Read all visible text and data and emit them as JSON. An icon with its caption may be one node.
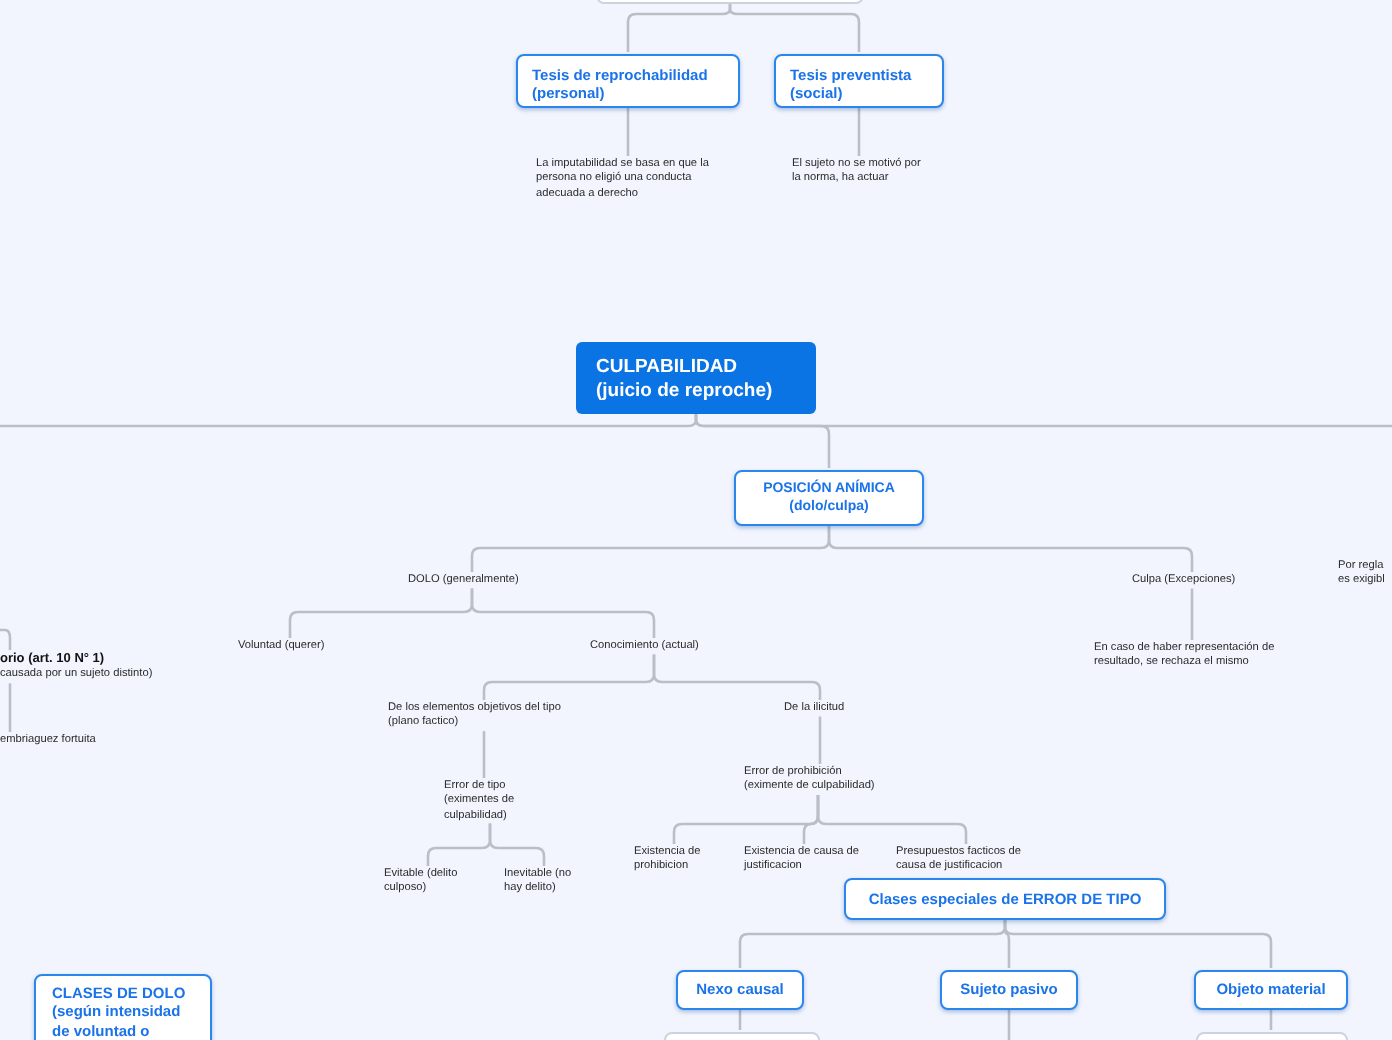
{
  "diagram": {
    "nodes": [
      {
        "text": [],
        "shape": "box"
      },
      {
        "text": [
          "Tesis de reprochabilidad (personal)"
        ]
      },
      {
        "text": [
          "Tesis preventista (social)"
        ]
      },
      {
        "text": [
          "La imputabilidad se basa en que la persona no eligió una conducta adecuada a derecho"
        ]
      },
      {
        "text": [
          "El sujeto no se motivó por la norma, ha actuar"
        ]
      },
      {
        "text": [
          "CULPABILIDAD (juicio de reproche)"
        ]
      },
      {
        "text": [
          "POSICIÓN ANÍMICA (dolo/culpa)"
        ]
      },
      {
        "text": [
          "DOLO (generalmente)"
        ]
      },
      {
        "text": [
          "Culpa (Excepciones)"
        ]
      },
      {
        "text": [
          "Voluntad (querer)"
        ]
      },
      {
        "text": [
          "Conocimiento (actual)"
        ]
      },
      {
        "text": [
          "En caso de haber representación de resultado, se rechaza el mismo"
        ]
      },
      {
        "text": [
          "De los elementos objetivos del tipo (plano factico)"
        ]
      },
      {
        "text": [
          "De la ilicitud"
        ]
      },
      {
        "text": [
          "Error de tipo (eximentes de culpabilidad)"
        ]
      },
      {
        "text": [
          "Error de prohibición (eximente de culpabilidad)"
        ]
      },
      {
        "text": [
          "Evitable (delito culposo)"
        ]
      },
      {
        "text": [
          "Inevitable (no hay delito)"
        ]
      },
      {
        "text": [
          "Existencia de prohibicion"
        ]
      },
      {
        "text": [
          "Existencia de causa de justificacion"
        ]
      },
      {
        "text": [
          "Presupuestos facticos de causa de justificacion"
        ]
      },
      {
        "text": [
          "Clases especiales de ERROR DE TIPO"
        ]
      },
      {
        "text": [
          "Nexo causal"
        ]
      },
      {
        "text": [
          "Sujeto pasivo"
        ]
      },
      {
        "text": [
          "Objeto material"
        ]
      },
      {
        "text": [],
        "shape": "box"
      },
      {
        "text": [],
        "shape": "box"
      },
      {
        "text": [
          "CLASES DE DOLO (según intensidad de voluntad o"
        ]
      },
      {
        "text": [
          "orio (art. 10 N° 1)",
          "causada por un sujeto distinto)"
        ]
      },
      {
        "text": [
          "embriaguez fortuita"
        ]
      }
    ],
    "edges": [
      {
        "from": 0,
        "to": 1,
        "arrow": "none"
      },
      {
        "from": 0,
        "to": 2,
        "arrow": "none"
      },
      {
        "from": 1,
        "to": 3,
        "arrow": "none"
      },
      {
        "from": 2,
        "to": 4,
        "arrow": "none"
      },
      {
        "from": 5,
        "to": null,
        "arrow": "none"
      },
      {
        "from": 5,
        "to": null,
        "arrow": "none"
      },
      {
        "from": 5,
        "to": 6,
        "arrow": "none"
      },
      {
        "from": 6,
        "to": 7,
        "arrow": "none"
      },
      {
        "from": 6,
        "to": 8,
        "arrow": "none"
      },
      {
        "from": 7,
        "to": 9,
        "arrow": "none"
      },
      {
        "from": 7,
        "to": 10,
        "arrow": "none"
      },
      {
        "from": 8,
        "to": 11,
        "arrow": "none"
      },
      {
        "from": 10,
        "to": 12,
        "arrow": "none"
      },
      {
        "from": 10,
        "to": 13,
        "arrow": "none"
      },
      {
        "from": 12,
        "to": 14,
        "arrow": "none"
      },
      {
        "from": 13,
        "to": 15,
        "arrow": "none"
      },
      {
        "from": 14,
        "to": 16,
        "arrow": "none"
      },
      {
        "from": 14,
        "to": 17,
        "arrow": "none"
      },
      {
        "from": 15,
        "to": 18,
        "arrow": "none"
      },
      {
        "from": 15,
        "to": 19,
        "arrow": "none"
      },
      {
        "from": 15,
        "to": 20,
        "arrow": "none"
      },
      {
        "from": 21,
        "to": 22,
        "arrow": "none"
      },
      {
        "from": 21,
        "to": 23,
        "arrow": "none"
      },
      {
        "from": 21,
        "to": 24,
        "arrow": "none"
      },
      {
        "from": 22,
        "to": 25,
        "arrow": "none"
      },
      {
        "from": 24,
        "to": 26,
        "arrow": "none"
      },
      {
        "from": 23,
        "to": null,
        "arrow": "none"
      },
      {
        "from": null,
        "to": 28,
        "arrow": "none"
      },
      {
        "from": 28,
        "to": 29,
        "arrow": "none"
      }
    ],
    "labels": [
      "Por regla es exigibl"
    ]
  }
}
